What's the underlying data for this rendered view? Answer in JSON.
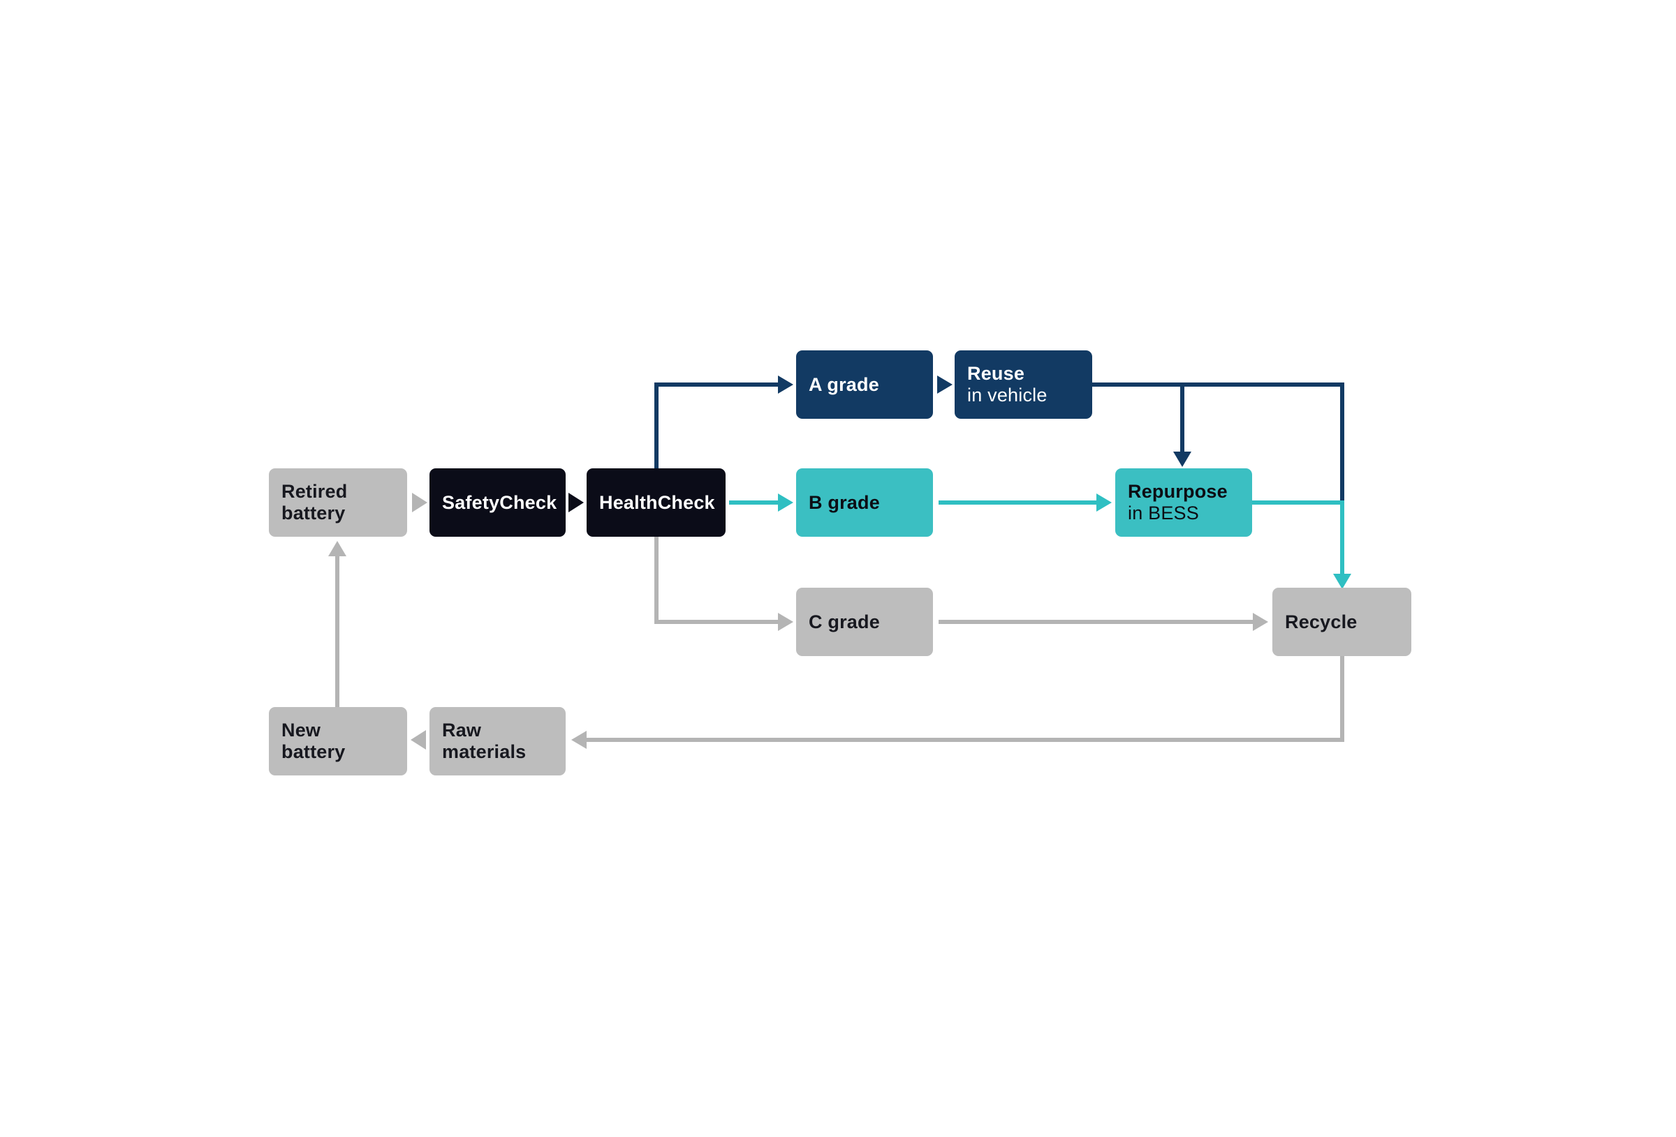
{
  "diagram": {
    "background": "#ffffff",
    "colors": {
      "dark_box": "#0b0c18",
      "navy_box": "#123a63",
      "teal_box": "#3bbfc2",
      "gray_box": "#bdbdbd",
      "navy_arrow": "#123a63",
      "teal_arrow": "#2fbfc2",
      "gray_arrow": "#b4b4b4",
      "text_on_dark": "#ffffff",
      "text_on_light": "#17181f"
    },
    "nodes": {
      "retired_battery": {
        "line1": "Retired",
        "line2": "battery"
      },
      "safety_check": {
        "line1": "SafetyCheck"
      },
      "health_check": {
        "line1": "HealthCheck"
      },
      "a_grade": {
        "line1": "A grade"
      },
      "reuse_vehicle": {
        "line1": "Reuse",
        "line2": "in vehicle"
      },
      "b_grade": {
        "line1": "B grade"
      },
      "repurpose_bess": {
        "line1": "Repurpose",
        "line2": "in BESS"
      },
      "c_grade": {
        "line1": "C grade"
      },
      "recycle": {
        "line1": "Recycle"
      },
      "new_battery": {
        "line1": "New",
        "line2": "battery"
      },
      "raw_materials": {
        "line1": "Raw",
        "line2": "materials"
      }
    },
    "edges": [
      {
        "from": "retired_battery",
        "to": "safety_check",
        "color": "gray"
      },
      {
        "from": "safety_check",
        "to": "health_check",
        "color": "dark"
      },
      {
        "from": "health_check",
        "to": "a_grade",
        "color": "navy"
      },
      {
        "from": "a_grade",
        "to": "reuse_vehicle",
        "color": "navy"
      },
      {
        "from": "health_check",
        "to": "b_grade",
        "color": "teal"
      },
      {
        "from": "b_grade",
        "to": "repurpose_bess",
        "color": "teal"
      },
      {
        "from": "health_check",
        "to": "c_grade",
        "color": "gray"
      },
      {
        "from": "c_grade",
        "to": "recycle",
        "color": "gray"
      },
      {
        "from": "reuse_vehicle",
        "to": "repurpose_bess",
        "color": "navy"
      },
      {
        "from": "reuse_vehicle",
        "to": "recycle",
        "color": "navy"
      },
      {
        "from": "repurpose_bess",
        "to": "recycle",
        "color": "teal"
      },
      {
        "from": "recycle",
        "to": "raw_materials",
        "color": "gray"
      },
      {
        "from": "raw_materials",
        "to": "new_battery",
        "color": "gray"
      },
      {
        "from": "new_battery",
        "to": "retired_battery",
        "color": "gray"
      }
    ]
  }
}
